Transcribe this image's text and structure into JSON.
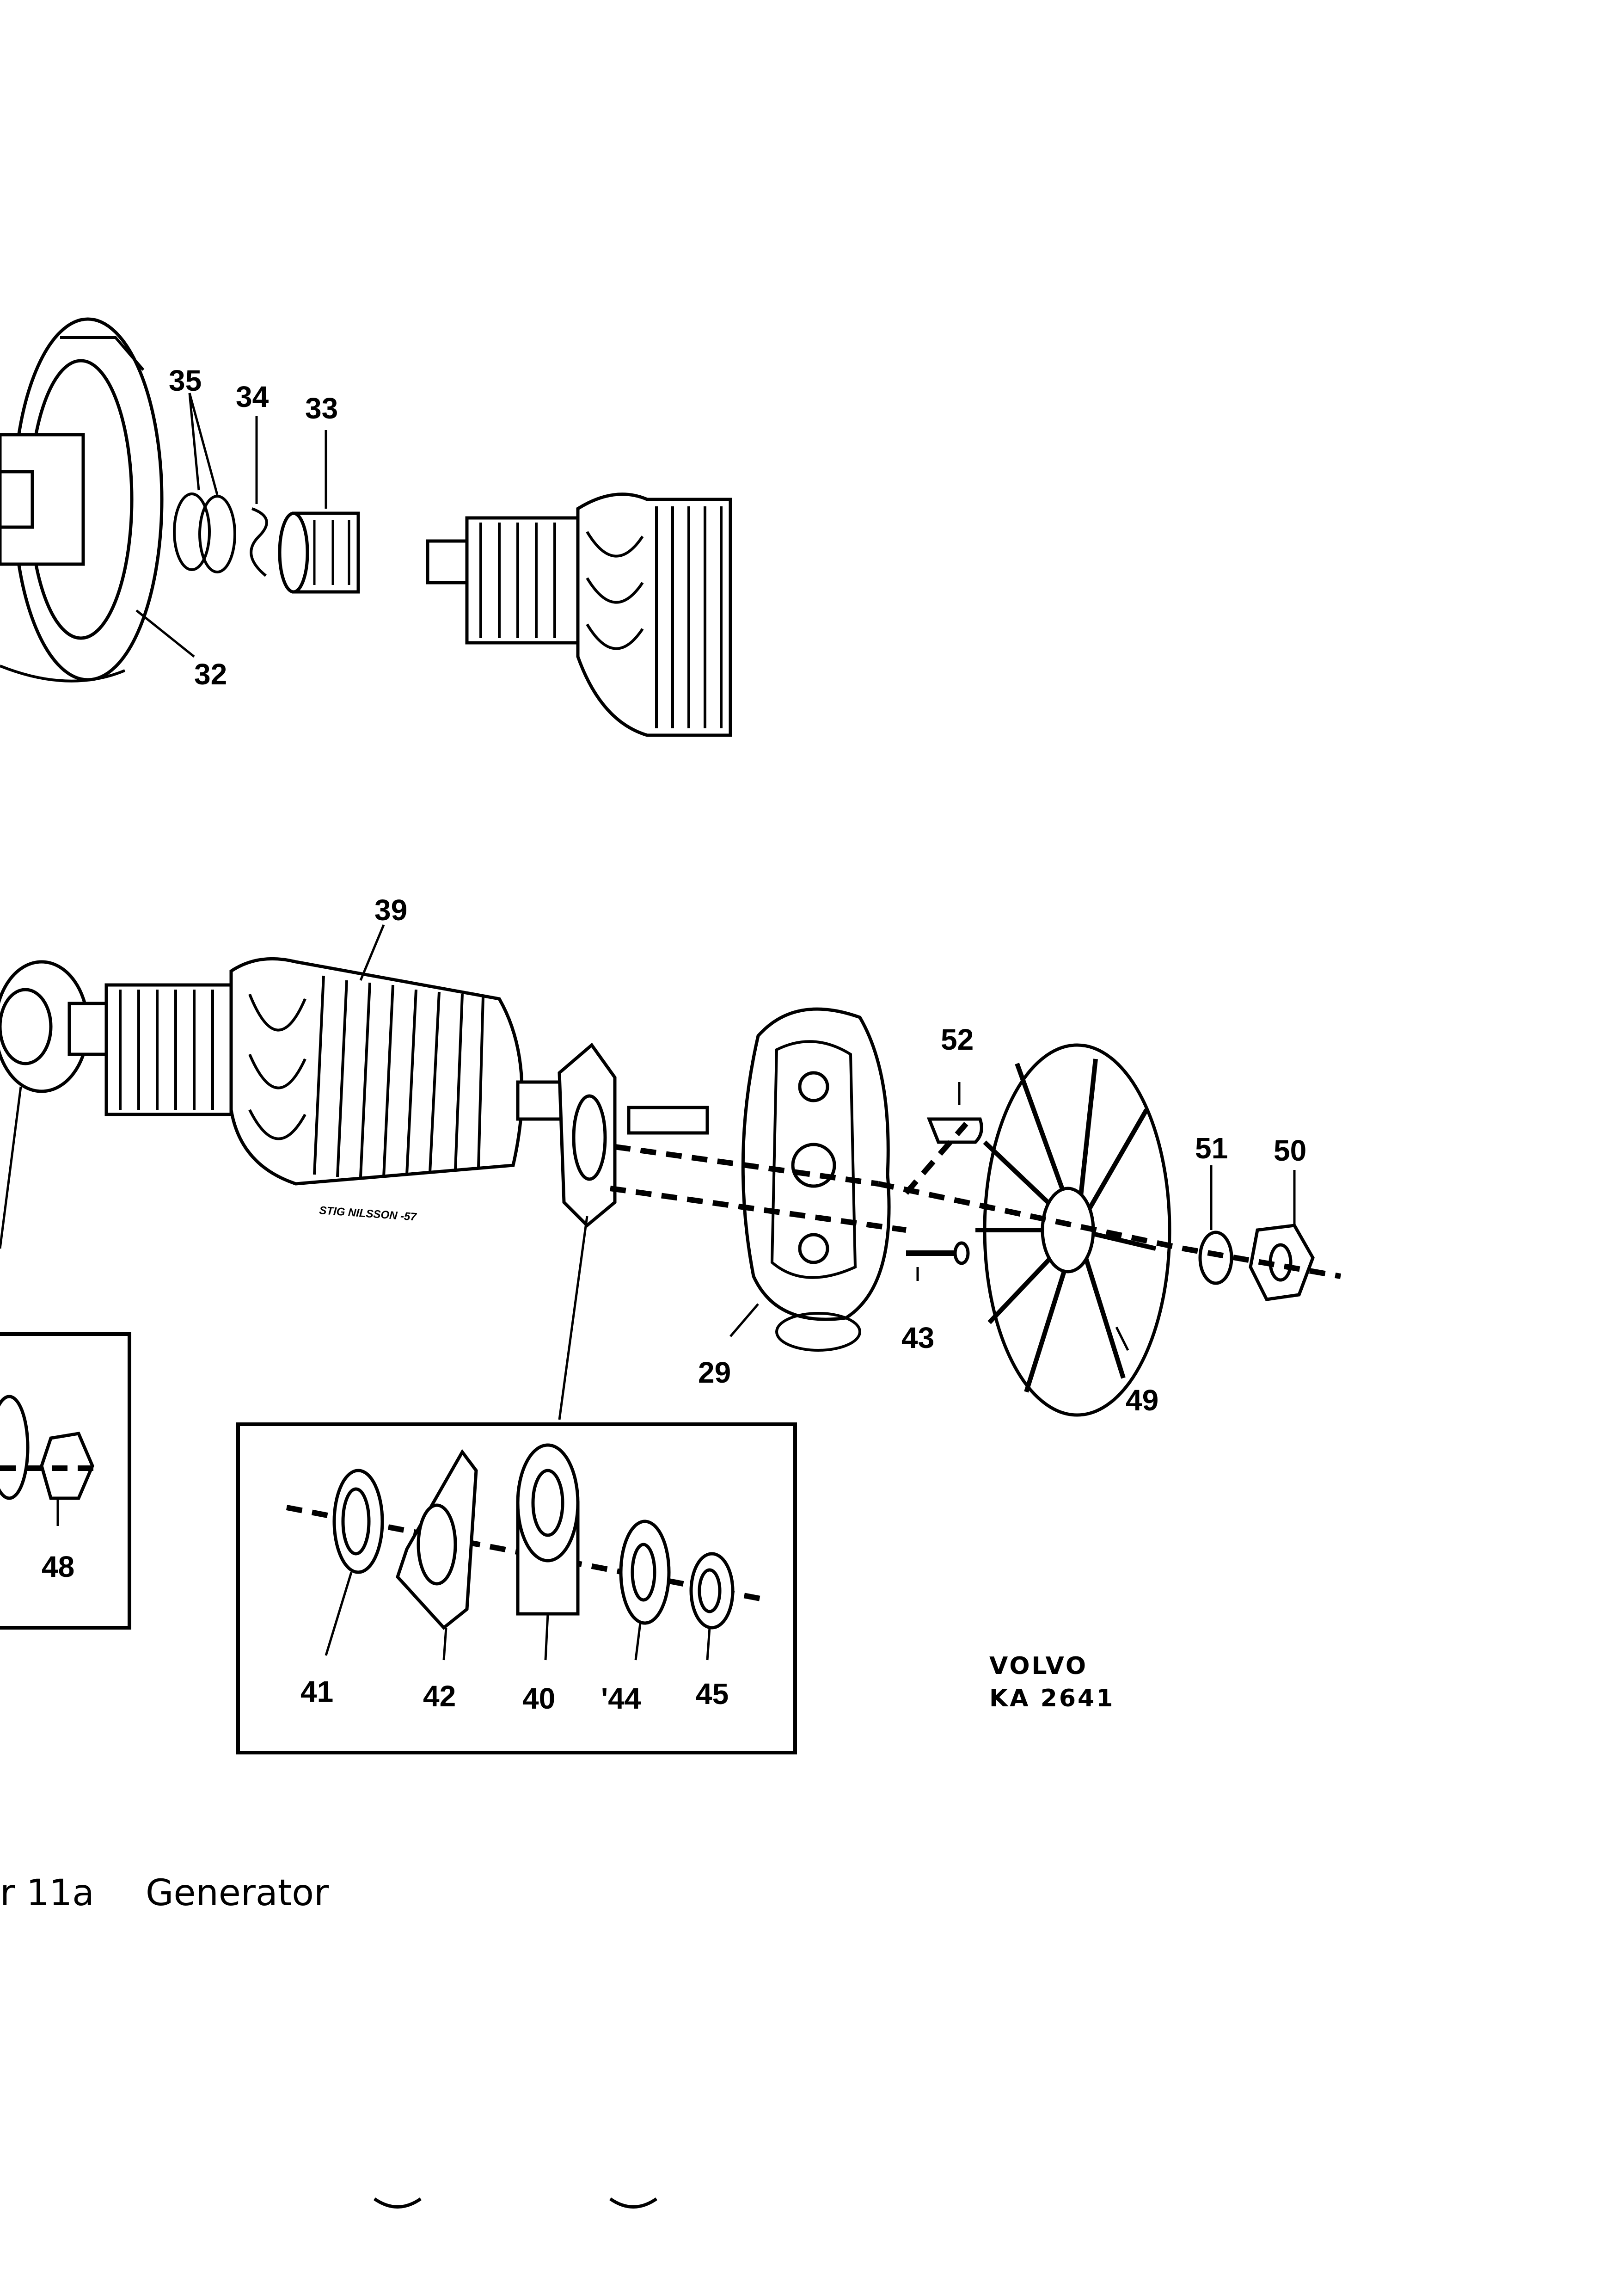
{
  "callouts": {
    "c35": "35",
    "c34": "34",
    "c33": "33",
    "c32": "32",
    "c39": "39",
    "c52": "52",
    "c51": "51",
    "c50": "50",
    "c29": "29",
    "c43": "43",
    "c49": "49",
    "c48": "48",
    "c41": "41",
    "c42": "42",
    "c40": "40",
    "c44": "'44",
    "c45": "45"
  },
  "stamp": {
    "line1": "VOLVO",
    "line2": "KA 2641"
  },
  "signature": "STIG NILSSON -57",
  "caption": {
    "number": "r 11a",
    "title": "Generator"
  }
}
